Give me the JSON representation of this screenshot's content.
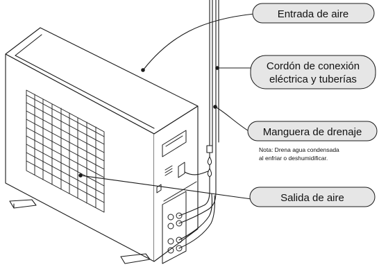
{
  "labels": {
    "air_inlet": "Entrada de aire",
    "connection_line_1": "Cordón de conexión",
    "connection_line_2": "eléctrica y tuberías",
    "drain_hose": "Manguera de drenaje",
    "note_line_1": "Nota: Drena agua condensada",
    "note_line_2": "al enfriar o deshumidificar.",
    "air_outlet": "Salida de aire"
  },
  "colors": {
    "label_fill": "#e6e6e6",
    "outline": "#1a1a1a",
    "background": "#ffffff"
  }
}
